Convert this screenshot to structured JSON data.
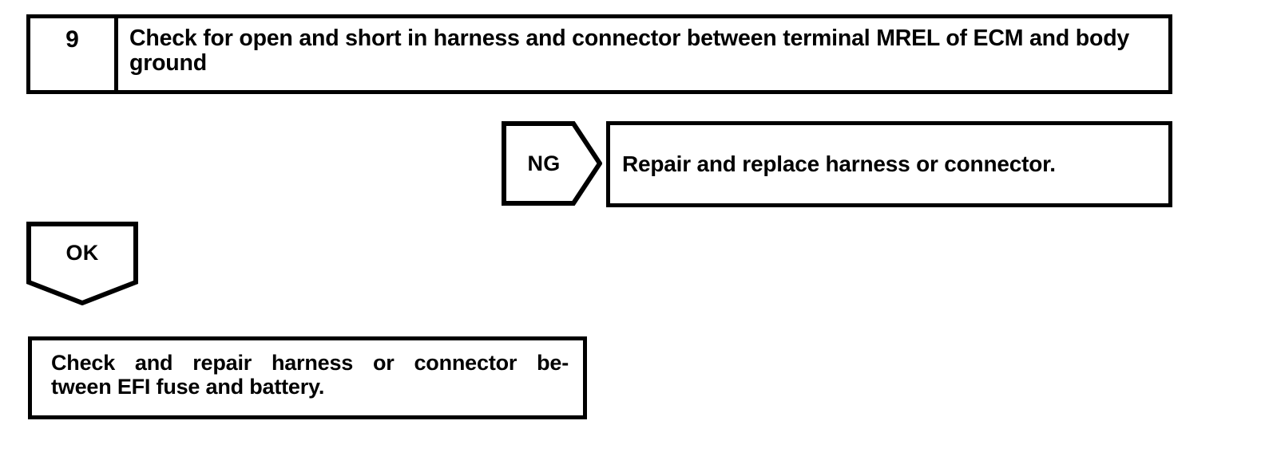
{
  "diagram": {
    "type": "troubleshooting-flowchart",
    "colors": {
      "line": "#000000",
      "background": "#ffffff",
      "text": "#000000"
    },
    "step": {
      "number": "9",
      "description": "Check for open and short in harness and connector between terminal MREL of ECM and body ground"
    },
    "branches": [
      {
        "label": "NG",
        "direction": "right",
        "result": "Repair and replace harness or connector."
      },
      {
        "label": "OK",
        "direction": "down",
        "result": "Check and repair harness or connector between EFI fuse and battery."
      }
    ],
    "ng_label": "NG",
    "ng_result": "Repair and replace harness or connector.",
    "ok_label": "OK",
    "ok_result_line1": "Check and repair harness or connector be-",
    "ok_result_line2": "tween EFI fuse and battery."
  }
}
